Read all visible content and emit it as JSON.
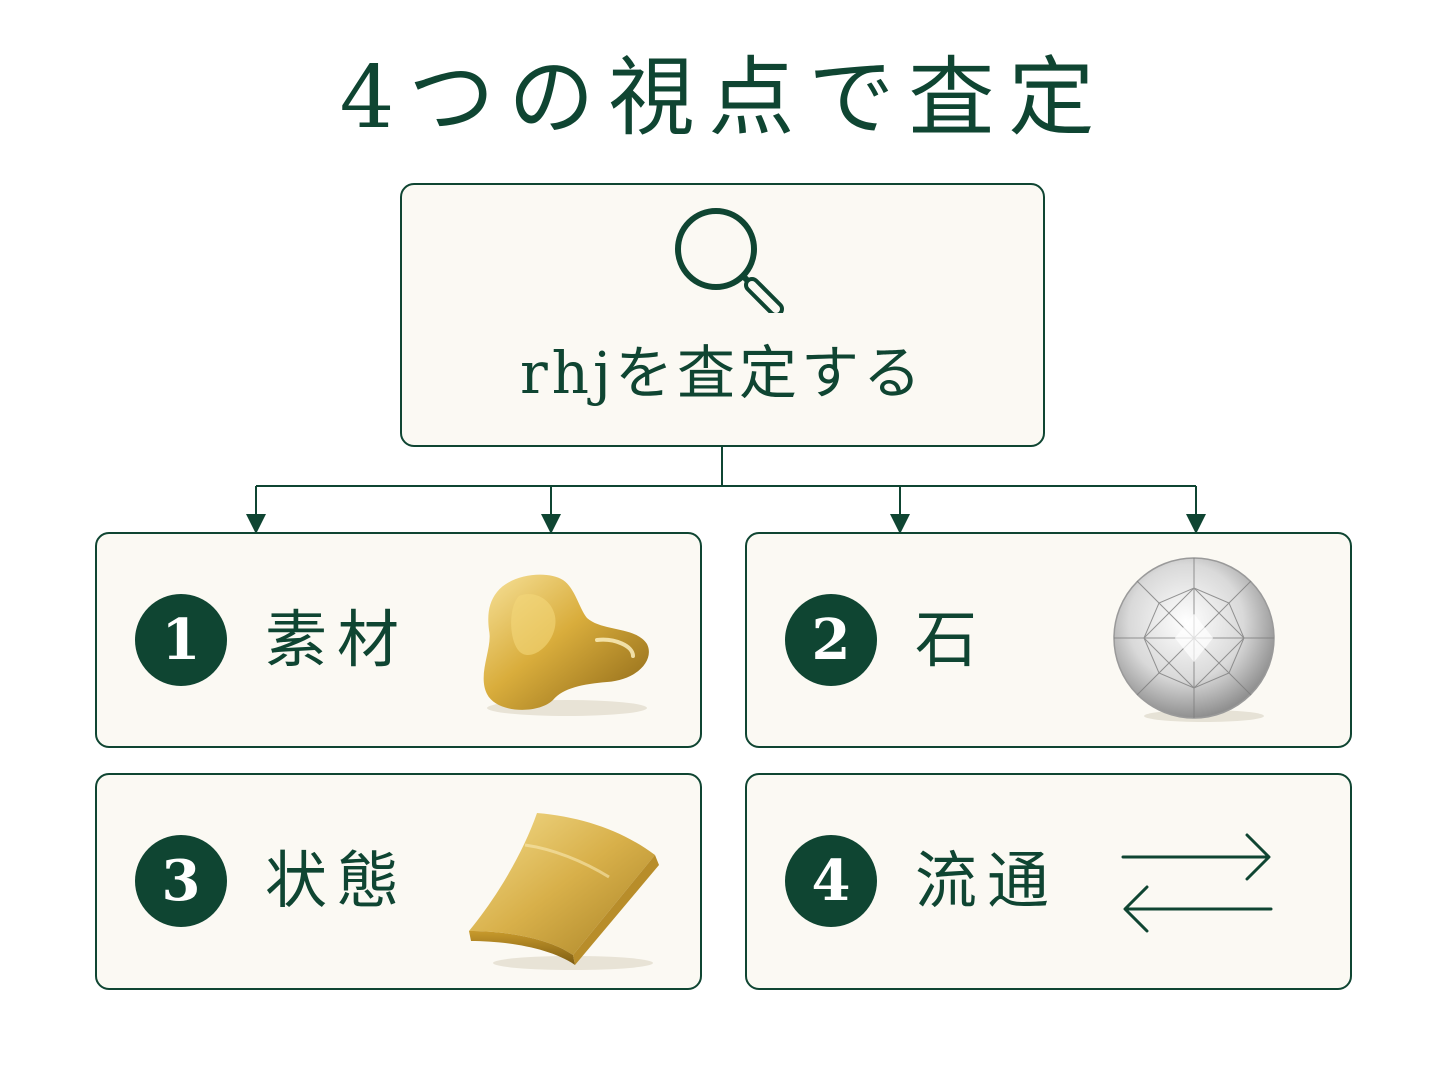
{
  "title": "4つの視点で査定",
  "root": {
    "label": "rhjを査定する",
    "icon": "magnifier-icon"
  },
  "cards": [
    {
      "number": "1",
      "label": "素材",
      "icon": "gold-nugget-icon"
    },
    {
      "number": "2",
      "label": "石",
      "icon": "diamond-icon"
    },
    {
      "number": "3",
      "label": "状態",
      "icon": "gold-plate-icon"
    },
    {
      "number": "4",
      "label": "流通",
      "icon": "exchange-arrows-icon"
    }
  ],
  "colors": {
    "primary": "#0f4532",
    "card_background": "#fbf9f3",
    "gold": "#d4a935"
  }
}
